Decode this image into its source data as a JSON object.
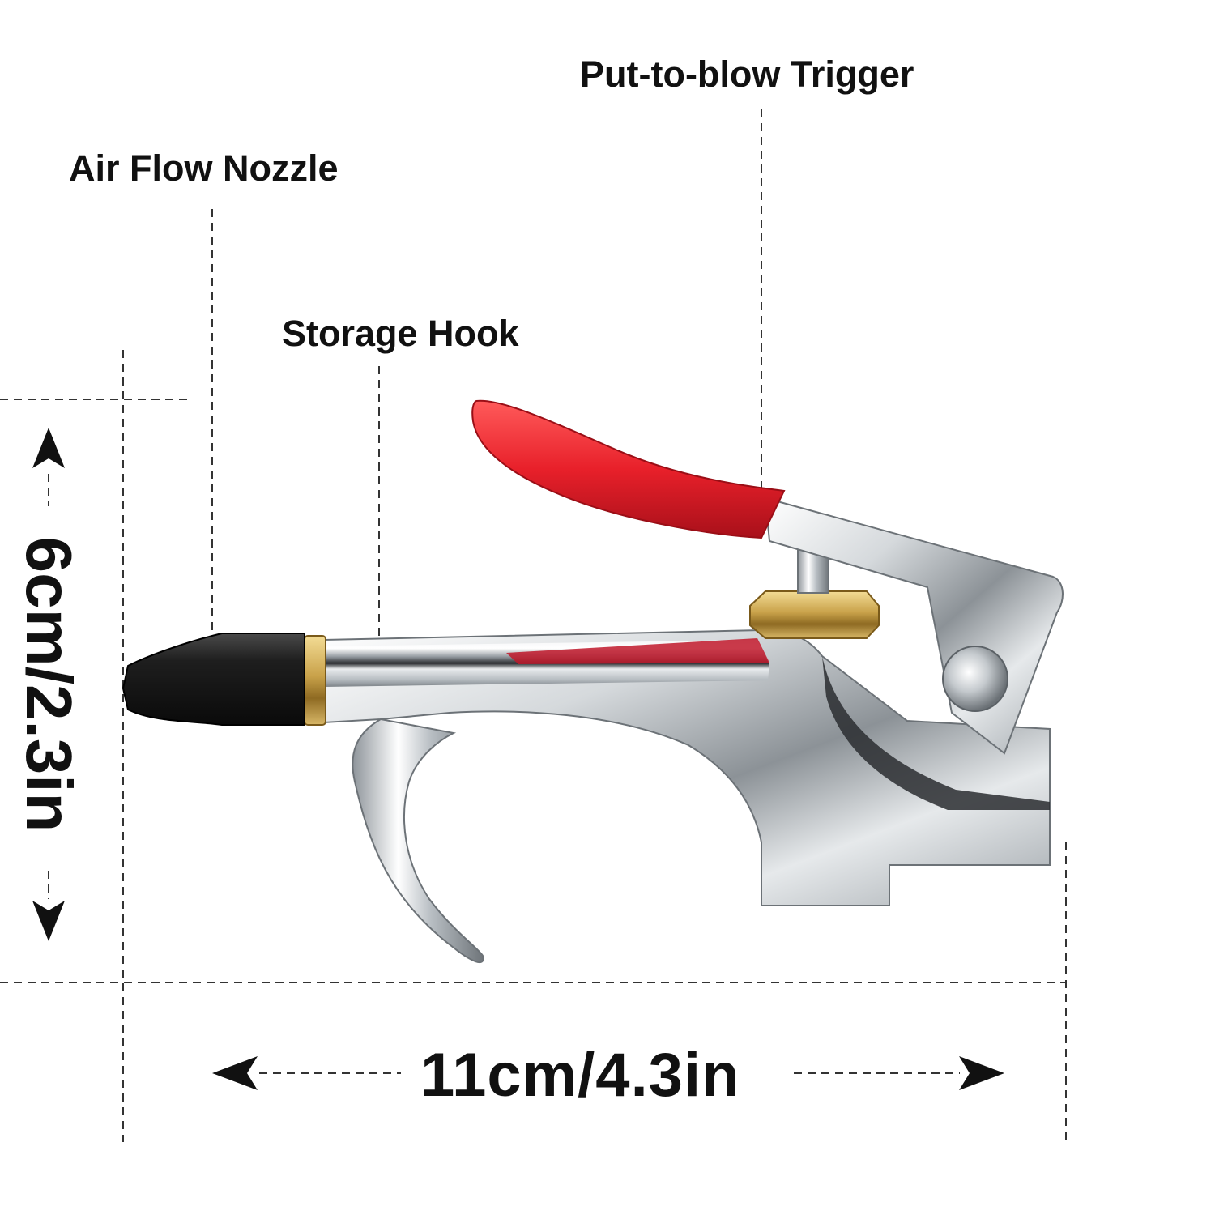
{
  "labels": {
    "trigger": "Put-to-blow Trigger",
    "nozzle": "Air Flow Nozzle",
    "hook": "Storage Hook"
  },
  "dimensions": {
    "height": "6cm/2.3in",
    "width": "11cm/4.3in"
  },
  "colors": {
    "trigger_grip": "#e8202a",
    "nozzle_tip": "#1a1a1a",
    "brass_fitting": "#c9a24a",
    "body_chrome": "#c8ccd0",
    "guide_lines": "#333333"
  }
}
